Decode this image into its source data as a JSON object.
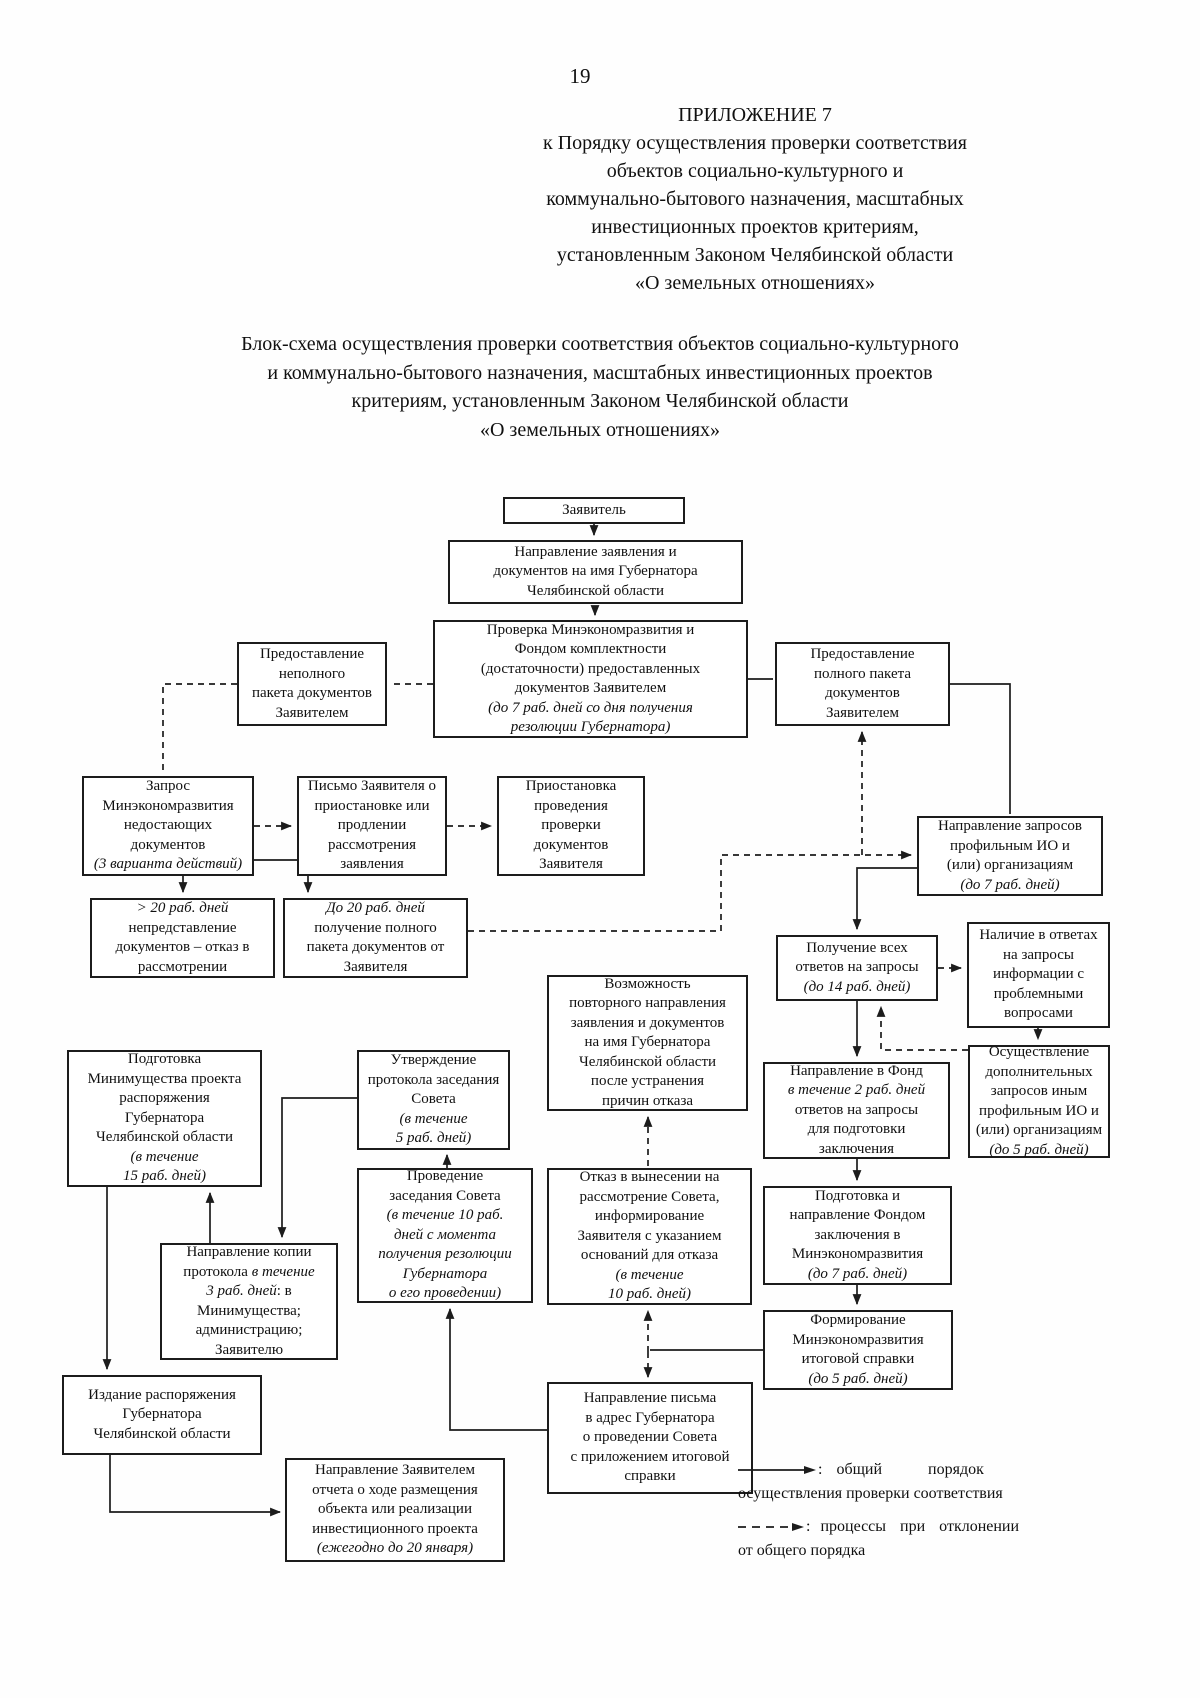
{
  "page": {
    "number": "19"
  },
  "appendix": {
    "lines": [
      "ПРИЛОЖЕНИЕ 7",
      "к Порядку осуществления проверки соответствия",
      "объектов социально-культурного и",
      "коммунально-бытового назначения, масштабных",
      "инвестиционных проектов критериям,",
      "установленным Законом Челябинской области",
      "«О земельных отношениях»"
    ]
  },
  "subtitle": {
    "lines": [
      "Блок-схема осуществления проверки соответствия объектов социально-культурного",
      "и коммунально-бытового назначения, масштабных инвестиционных проектов",
      "критериям, установленным Законом Челябинской области",
      "«О земельных отношениях»"
    ]
  },
  "boxes": {
    "zayavitel": {
      "lines": [
        "Заявитель"
      ]
    },
    "application": {
      "lines": [
        "Направление заявления и",
        "документов на имя Губернатора",
        "Челябинской области"
      ]
    },
    "check": {
      "lines": [
        "Проверка Минэкономразвития и",
        "Фондом комплектности",
        "(достаточности) предоставленных",
        "документов Заявителем",
        {
          "t": "(до 7 раб. дней со дня получения",
          "i": true
        },
        {
          "t": "резолюции Губернатора)",
          "i": true
        }
      ]
    },
    "incomplete": {
      "lines": [
        "Предоставление",
        "неполного",
        "пакета документов",
        "Заявителем"
      ]
    },
    "complete": {
      "lines": [
        "Предоставление",
        "полного пакета",
        "документов",
        "Заявителем"
      ]
    },
    "request_missing": {
      "lines": [
        "Запрос",
        "Минэкономразвития",
        "недостающих",
        "документов",
        {
          "t": "(3 варианта действий)",
          "i": true
        }
      ]
    },
    "letter": {
      "lines": [
        "Письмо Заявителя о",
        "приостановке или",
        "продлении",
        "рассмотрения",
        "заявления"
      ]
    },
    "suspension": {
      "lines": [
        "Приостановка",
        "проведения",
        "проверки",
        "документов",
        "Заявителя"
      ]
    },
    "send_requests": {
      "lines": [
        "Направление запросов",
        "профильным ИО и",
        "(или) организациям",
        {
          "t": "(до 7 раб. дней)",
          "i": true
        }
      ]
    },
    "over20": {
      "lines": [
        {
          "t": "> 20 раб. дней",
          "i": true
        },
        "непредставление",
        "документов – отказ в",
        "рассмотрении"
      ]
    },
    "under20": {
      "lines": [
        {
          "t": "До 20 раб. дней",
          "i": true
        },
        "получение полного",
        "пакета документов от",
        "Заявителя"
      ]
    },
    "all_answers": {
      "lines": [
        "Получение всех",
        "ответов на запросы",
        {
          "t": "(до 14 раб. дней)",
          "i": true
        }
      ]
    },
    "problem_info": {
      "lines": [
        "Наличие в ответах",
        "на запросы",
        "информации с",
        "проблемными",
        "вопросами"
      ]
    },
    "repeat": {
      "lines": [
        "Возможность",
        "повторного направления",
        "заявления и документов",
        "на имя Губернатора",
        "Челябинской области",
        "после устранения",
        "причин отказа"
      ]
    },
    "to_fund": {
      "lines": [
        "Направление в Фонд",
        {
          "t": "в течение 2 раб. дней",
          "i": true
        },
        "ответов на запросы",
        "для подготовки",
        "заключения"
      ]
    },
    "additional": {
      "lines": [
        "Осуществление",
        "дополнительных",
        "запросов иным",
        "профильным ИО и",
        "(или) организациям",
        {
          "t": "(до 5 раб. дней)",
          "i": true
        }
      ]
    },
    "fund_conclusion": {
      "lines": [
        "Подготовка и",
        "направление Фондом",
        "заключения в",
        "Минэкономразвития",
        {
          "t": "(до 7 раб. дней)",
          "i": true
        }
      ]
    },
    "final_report": {
      "lines": [
        "Формирование",
        "Минэкономразвития",
        "итоговой справки",
        {
          "t": "(до 5 раб. дней)",
          "i": true
        }
      ]
    },
    "refusal": {
      "lines": [
        "Отказ в вынесении на",
        "рассмотрение Совета,",
        "информирование",
        "Заявителя с указанием",
        "оснований для отказа",
        {
          "t": "(в течение",
          "i": true
        },
        {
          "t": "10 раб. дней)",
          "i": true
        }
      ]
    },
    "letter_governor": {
      "lines": [
        "Направление письма",
        "в адрес Губернатора",
        "о проведении Совета",
        "с приложением итоговой",
        "справки"
      ]
    },
    "minimushchestvo": {
      "lines": [
        "Подготовка",
        "Минимущества проекта",
        "распоряжения",
        "Губернатора",
        "Челябинской области",
        {
          "t": "(в течение",
          "i": true
        },
        {
          "t": "15 раб. дней)",
          "i": true
        }
      ]
    },
    "protocol_approve": {
      "lines": [
        "Утверждение",
        "протокола заседания",
        "Совета",
        {
          "t": "(в течение",
          "i": true
        },
        {
          "t": "5 раб. дней)",
          "i": true
        }
      ]
    },
    "council": {
      "lines": [
        "Проведение",
        "заседания Совета",
        {
          "t": "(в течение 10 раб.",
          "i": true
        },
        {
          "t": "дней с момента",
          "i": true
        },
        {
          "t": "получения резолюции",
          "i": true
        },
        {
          "t": "Губернатора",
          "i": true
        },
        {
          "t": "о его проведении)",
          "i": true
        }
      ]
    },
    "copy_protocol": {
      "lines": [
        "Направление копии",
        {
          "seg": [
            {
              "t": "протокола "
            },
            {
              "t": "в течение",
              "i": true
            }
          ]
        },
        {
          "seg": [
            {
              "t": "3 раб. дней",
              "i": true
            },
            {
              "t": ": в"
            }
          ]
        },
        "Минимущества;",
        "администрацию;",
        "Заявителю"
      ]
    },
    "decree": {
      "lines": [
        "Издание распоряжения",
        "Губернатора",
        "Челябинской области"
      ]
    },
    "report": {
      "lines": [
        "Направление Заявителем",
        "отчета о ходе размещения",
        "объекта или реализации",
        "инвестиционного проекта",
        {
          "t": "(ежегодно до 20 января)",
          "i": true
        }
      ]
    }
  },
  "legend": {
    "colon": ":",
    "items": [
      {
        "style": "solid",
        "line1": "общий порядок",
        "line2": "осуществления проверки соответствия"
      },
      {
        "style": "dashed",
        "line1": "процессы при отклонении",
        "line2": "от общего порядка"
      }
    ]
  }
}
